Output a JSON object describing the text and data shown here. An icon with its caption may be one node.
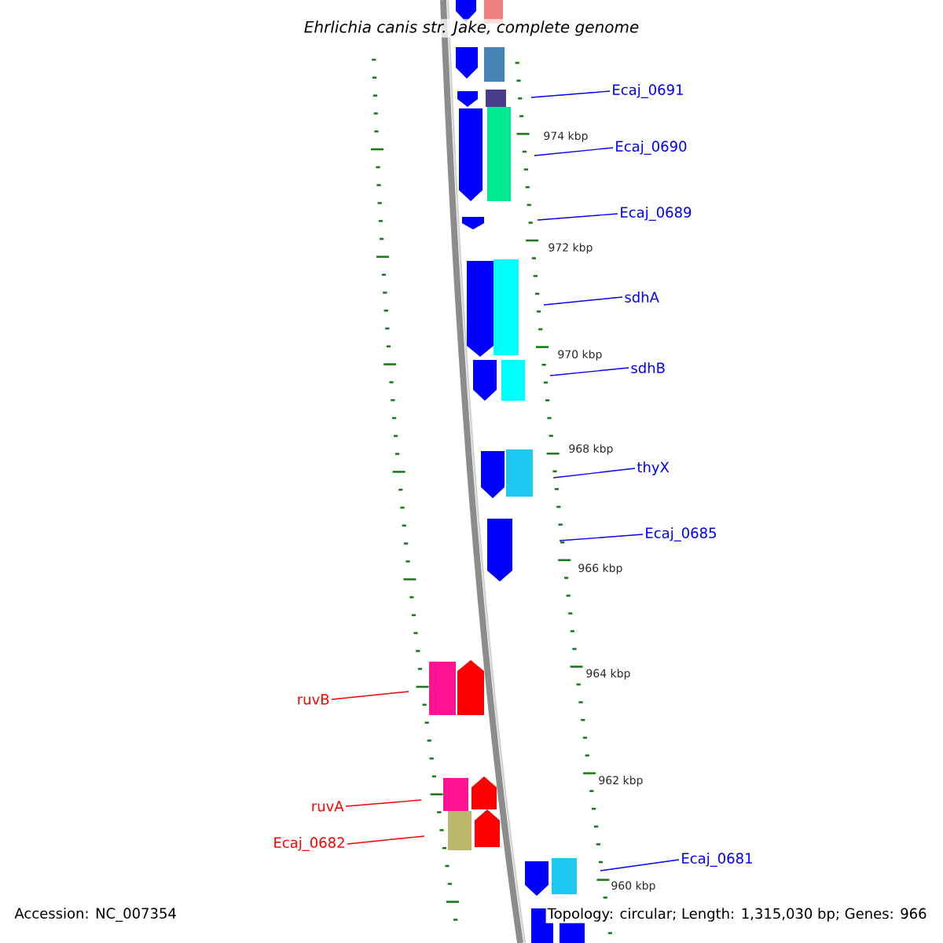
{
  "diagram": {
    "title": "Ehrlichia canis str. Jake, complete genome",
    "nodes": [
      {
        "text": [
          "Ecaj_0691"
        ]
      },
      {
        "text": [
          "Ecaj_0690"
        ]
      },
      {
        "text": [
          "Ecaj_0689"
        ]
      },
      {
        "text": [
          "sdhA"
        ]
      },
      {
        "text": [
          "sdhB"
        ]
      },
      {
        "text": [
          "thyX"
        ]
      },
      {
        "text": [
          "Ecaj_0685"
        ]
      },
      {
        "text": [
          "ruvB"
        ]
      },
      {
        "text": [
          "ruvA"
        ]
      },
      {
        "text": [
          "Ecaj_0682"
        ]
      },
      {
        "text": [
          "Ecaj_0681"
        ]
      }
    ],
    "edges": [
      {
        "from": 0,
        "to": null,
        "arrow": "none"
      },
      {
        "from": 1,
        "to": null,
        "arrow": "none"
      },
      {
        "from": 2,
        "to": null,
        "arrow": "none"
      },
      {
        "from": 3,
        "to": null,
        "arrow": "none"
      },
      {
        "from": 4,
        "to": null,
        "arrow": "none"
      },
      {
        "from": 5,
        "to": null,
        "arrow": "none"
      },
      {
        "from": 6,
        "to": null,
        "arrow": "none"
      },
      {
        "from": 7,
        "to": null,
        "arrow": "none",
        "color": "#ff0000"
      },
      {
        "from": 8,
        "to": null,
        "arrow": "none",
        "color": "#ff0000"
      },
      {
        "from": 9,
        "to": null,
        "arrow": "none",
        "color": "#ff0000"
      },
      {
        "from": 10,
        "to": null,
        "arrow": "none"
      }
    ],
    "labels": [
      "974 kbp",
      "972 kbp",
      "970 kbp",
      "968 kbp",
      "966 kbp",
      "964 kbp",
      "962 kbp",
      "960 kbp",
      "Accession: NC_007354",
      "Topology: circular; Length: 1,315,030 bp; Genes: 966"
    ]
  }
}
